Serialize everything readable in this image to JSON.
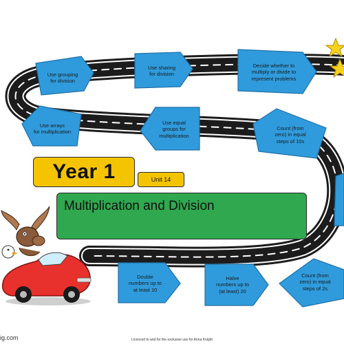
{
  "header": {
    "year": "Year 1",
    "unit": "Unit 14",
    "title": "Multiplication and Division"
  },
  "signs": [
    {
      "id": "grouping",
      "lines": [
        "Use grouping",
        "for division"
      ]
    },
    {
      "id": "sharing",
      "lines": [
        "Use sharing",
        "for division"
      ]
    },
    {
      "id": "decide",
      "lines": [
        "Decide whether to",
        "multiply or divide to",
        "represent problems"
      ]
    },
    {
      "id": "arrays",
      "lines": [
        "Use arrays",
        "for multiplication"
      ]
    },
    {
      "id": "equal-groups",
      "lines": [
        "Use equal",
        "groups for",
        "multiplication"
      ]
    },
    {
      "id": "count-10s",
      "lines": [
        "Count (from",
        "zero) in equal",
        "steps of 10s"
      ]
    },
    {
      "id": "double",
      "lines": [
        "Double",
        "numbers up to",
        "at least 10"
      ]
    },
    {
      "id": "halve",
      "lines": [
        "Halve",
        "numbers up to",
        "(at least) 20"
      ]
    },
    {
      "id": "count-2s",
      "lines": [
        "Count (from",
        "zero) in equal",
        "steps of 2s"
      ]
    }
  ],
  "footer": {
    "licence": "Licenced to and for the exclusive use for Anna Knight",
    "site": "ig.com"
  },
  "colors": {
    "sign_fill": "#2f9bdc",
    "road": "#1c1c1c",
    "year_box": "#f5c400",
    "title_box": "#2fa84f",
    "car": "#e8312c",
    "star": "#f7d21a"
  }
}
